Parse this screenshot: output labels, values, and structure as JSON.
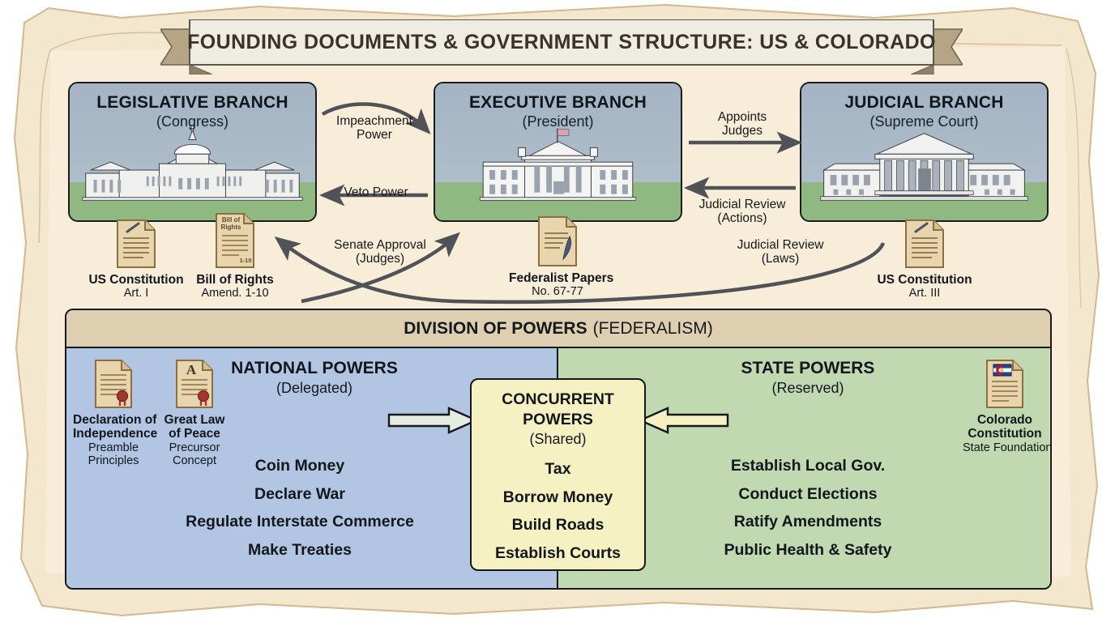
{
  "title": "FOUNDING DOCUMENTS & GOVERNMENT STRUCTURE: US & COLORADO",
  "branches": [
    {
      "name": "LEGISLATIVE BRANCH",
      "sub": "(Congress)",
      "icon": "capitol-building-icon"
    },
    {
      "name": "EXECUTIVE BRANCH",
      "sub": "(President)",
      "icon": "white-house-icon"
    },
    {
      "name": "JUDICIAL BRANCH",
      "sub": "(Supreme Court)",
      "icon": "supreme-court-building-icon"
    }
  ],
  "connectors": [
    {
      "id": "impeachment",
      "line1": "Impeachment",
      "line2": "Power"
    },
    {
      "id": "veto",
      "line1": "Veto Power",
      "line2": ""
    },
    {
      "id": "appoints",
      "line1": "Appoints",
      "line2": "Judges"
    },
    {
      "id": "judicial_review_actions",
      "line1": "Judicial Review",
      "line2": "(Actions)"
    },
    {
      "id": "senate_approval",
      "line1": "Senate Approval",
      "line2": "(Judges)"
    },
    {
      "id": "judicial_review_laws",
      "line1": "Judicial Review",
      "line2": "(Laws)"
    }
  ],
  "branch_docs": [
    {
      "id": "us-constitution-art1",
      "icon": "document-quill-icon",
      "cap1": "US Constitution",
      "cap2": "Art. I"
    },
    {
      "id": "bill-of-rights",
      "icon": "bill-of-rights-document-icon",
      "cap1": "Bill of Rights",
      "cap2": "Amend. 1-10",
      "stamp1": "Bill of",
      "stamp2": "Rights",
      "stamp3": "1-10"
    },
    {
      "id": "federalist-papers",
      "icon": "document-feather-quill-icon",
      "cap1": "Federalist Papers",
      "cap2": "No. 67-77"
    },
    {
      "id": "us-constitution-art3",
      "icon": "document-quill-icon",
      "cap1": "US Constitution",
      "cap2": "Art. III"
    }
  ],
  "federalism": {
    "head_bold": "DIVISION OF POWERS",
    "head_plain": "(FEDERALISM)",
    "national": {
      "title": "NATIONAL POWERS",
      "sub": "(Delegated)",
      "powers": [
        "Coin Money",
        "Declare War",
        "Regulate Interstate Commerce",
        "Make Treaties"
      ],
      "docs": [
        {
          "id": "declaration-of-independence",
          "icon": "sealed-document-icon",
          "cap1a": "Declaration of",
          "cap1b": "Independence",
          "cap2a": "Preamble",
          "cap2b": "Principles"
        },
        {
          "id": "great-law-of-peace",
          "icon": "sealed-document-letter-a-icon",
          "glyph": "A",
          "cap1a": "Great Law",
          "cap1b": "of Peace",
          "cap2a": "Precursor",
          "cap2b": "Concept"
        }
      ]
    },
    "concurrent": {
      "title1": "CONCURRENT",
      "title2": "POWERS",
      "sub": "(Shared)",
      "powers": [
        "Tax",
        "Borrow Money",
        "Build Roads",
        "Establish Courts"
      ]
    },
    "state": {
      "title": "STATE POWERS",
      "sub": "(Reserved)",
      "powers": [
        "Establish Local Gov.",
        "Conduct Elections",
        "Ratify Amendments",
        "Public Health & Safety"
      ],
      "docs": [
        {
          "id": "colorado-constitution",
          "icon": "colorado-flag-document-icon",
          "cap1a": "Colorado",
          "cap1b": "Constitution",
          "cap2a": "State Foundation"
        }
      ]
    }
  },
  "colors": {
    "parchment": "#f3e7cd",
    "parchment_edge": "#e2cfa8",
    "branch_sky": "#a9b9c7",
    "branch_ground": "#8fb981",
    "national_panel": "#b2c6e3",
    "state_panel": "#c0d9b1",
    "concurrent_panel": "#f6f1c2",
    "fed_header": "#ddcfb0",
    "arrow": "#4f5257",
    "ink": "#15181c"
  }
}
